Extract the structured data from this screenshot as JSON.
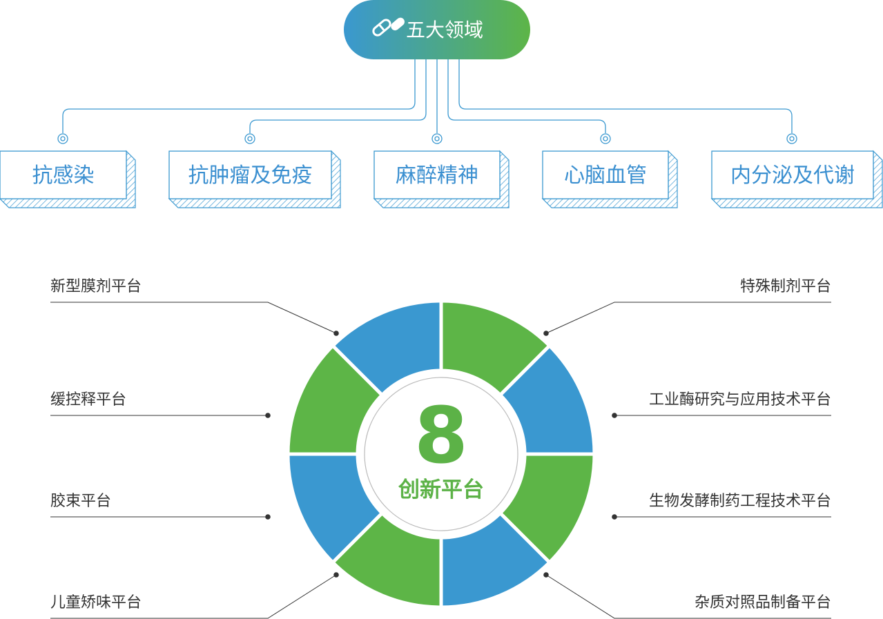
{
  "header": {
    "title": "五大领域",
    "icon": "capsule-icon"
  },
  "domains": [
    {
      "label": "抗感染"
    },
    {
      "label": "抗肿瘤及免疫"
    },
    {
      "label": "麻醉精神"
    },
    {
      "label": "心脑血管"
    },
    {
      "label": "内分泌及代谢"
    }
  ],
  "center": {
    "number": "8",
    "label": "创新平台"
  },
  "platforms_left": [
    {
      "label": "新型膜剂平台"
    },
    {
      "label": "缓控释平台"
    },
    {
      "label": "胶束平台"
    },
    {
      "label": "儿童矫味平台"
    }
  ],
  "platforms_right": [
    {
      "label": "特殊制剂平台"
    },
    {
      "label": "工业酶研究与应用技术平台"
    },
    {
      "label": "生物发酵制药工程技术平台"
    },
    {
      "label": "杂质对照品制备平台"
    }
  ],
  "colors": {
    "blue": "#3a98d0",
    "green": "#5db547",
    "line": "#3a98d0",
    "text": "#333333"
  }
}
